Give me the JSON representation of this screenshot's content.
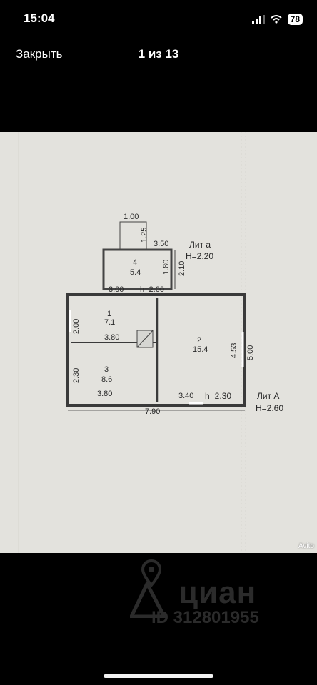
{
  "status_bar": {
    "time": "15:04",
    "battery": "78",
    "icons": [
      "cellular-signal-icon",
      "wifi-icon",
      "battery-icon"
    ]
  },
  "nav": {
    "close_label": "Закрыть",
    "counter": "1 из 13"
  },
  "plan": {
    "annex": {
      "name": "Лит а",
      "height": "H=2.20"
    },
    "main": {
      "name": "Лит А",
      "height": "H=2.60"
    },
    "rooms": [
      {
        "number": "1",
        "area": "7.1"
      },
      {
        "number": "2",
        "area": "15.4"
      },
      {
        "number": "3",
        "area": "8.6"
      },
      {
        "number": "4",
        "area": "5.4"
      }
    ],
    "dims": {
      "porch_width": "1.00",
      "porch_depth": "1.25",
      "annex_width": "3.50",
      "annex_inner": "1.80",
      "annex_outer": "2.10",
      "top_left": "3.00",
      "door_h_top": "h=2.00",
      "room1_height": "2.00",
      "room1_width": "3.80",
      "room3_height": "2.30",
      "room3_width": "3.80",
      "room2_inner": "4.53",
      "room2_outer": "5.00",
      "bottom_right": "3.40",
      "door_h_bottom": "h=2.30",
      "total_width": "7.90"
    },
    "photo_watermark": "Avito"
  },
  "watermark": {
    "brand": "циан",
    "id_text": "ID 312801955"
  }
}
